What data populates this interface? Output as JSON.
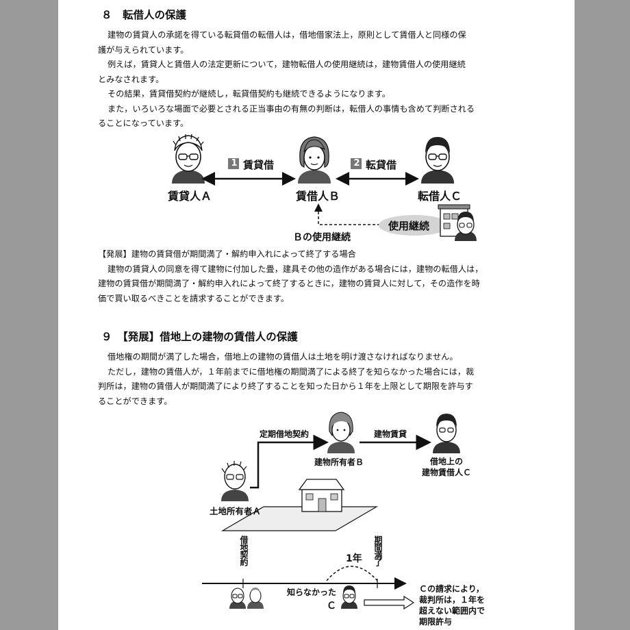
{
  "s8": {
    "heading": "８　転借人の保護",
    "lines": [
      "建物の賃貸人の承諾を得ている転貸借の転借人は，借地借家法上，原則として賃借人と同様の保",
      "護が与えられています。",
      "例えば，賃貸人と賃借人の法定更新について，建物転借人の使用継続は，建物賃借人の使用継続",
      "とみなされます。",
      "その結果，賃貸借契約が継続し，転貸借契約も継続できるようになります。",
      "また，いろいろな場面で必要とされる正当事由の有無の判断は，転借人の事情も含めて判断される",
      "ることになっています。"
    ],
    "diagram": {
      "personA": "賃貸人Ａ",
      "personB": "賃借人Ｂ",
      "personC": "転借人Ｃ",
      "num1": "1",
      "rel1": "賃貸借",
      "num2": "2",
      "rel2": "転貸借",
      "bubble": "使用継続",
      "note": "Ｂの使用継続"
    },
    "hatten_title": "【発展】建物の賃貸借が期間満了・解約申入れによって終了する場合",
    "hatten_lines": [
      "建物の賃貸人の同意を得て建物に付加した畳，建具その他の造作がある場合には，建物の転借人は，",
      "建物の賃貸借が期間満了・解約申入れによって終了するときに，建物の賃貸人に対して，その造作を時",
      "価で買い取るべきことを請求することができます。"
    ]
  },
  "s9": {
    "heading": "９　【発展】借地上の建物の賃借人の保護",
    "lines": [
      "借地権の期間が満了した場合，借地上の建物の賃借人は土地を明け渡さなければなりません。",
      "ただし，建物の賃借人が，１年前までに借地権の期間満了による終了を知らなかった場合には，裁",
      "判所は，建物の賃借人が期間満了により終了することを知った日から１年を上限として期限を許与す",
      "ることができます。"
    ],
    "diagram": {
      "contract1": "定期借地契約",
      "contract2": "建物賃貸",
      "ownerA": "土地所有者Ａ",
      "ownerB": "建物所有者Ｂ",
      "tenantC_line1": "借地上の",
      "tenantC_line2": "建物賃借人Ｃ",
      "timeline_start": "借地契約",
      "timeline_end": "期間満了",
      "one_year": "1年",
      "unaware": "知らなかった",
      "c_label": "Ｃ",
      "result_lines": [
        "Ｃの請求により，",
        "裁判所は，１年を",
        "超えない範囲内で",
        "期限許与"
      ]
    }
  }
}
